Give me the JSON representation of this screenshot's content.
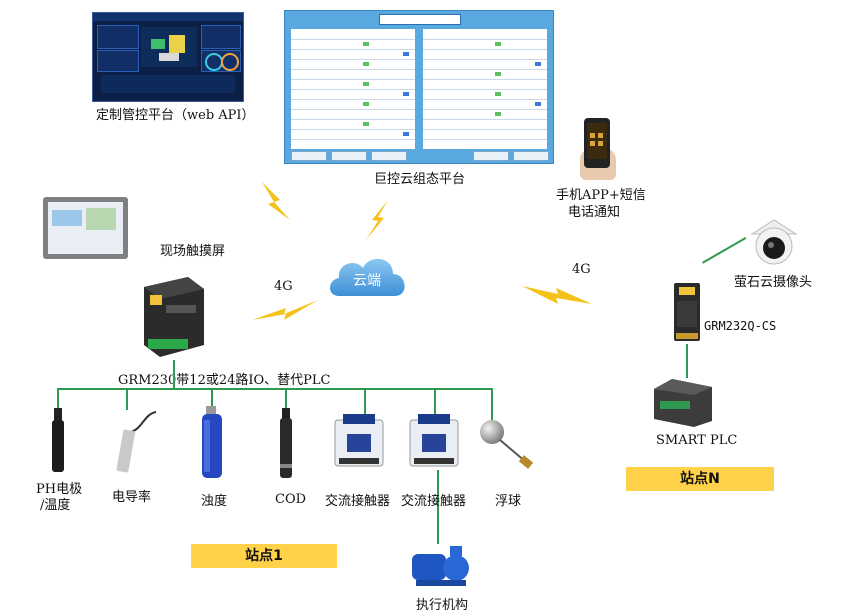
{
  "labels": {
    "web_platform": "定制管控平台（web API）",
    "cloud_config": "巨控云组态平台",
    "mobile_line1": "手机APP+短信",
    "mobile_line2": "电话通知",
    "touch_screen": "现场触摸屏",
    "cloud": "云端",
    "net_left": "4G",
    "net_right": "4G",
    "camera": "萤石云摄像头",
    "grm232": "GRM232Q-CS",
    "grm230": "GRM230带12或24路IO、替代PLC",
    "smart_plc": "SMART PLC",
    "ph_line1": "PH电极",
    "ph_line2": "/温度",
    "conductivity": "电导率",
    "turbidity": "浊度",
    "cod": "COD",
    "contactor_1": "交流接触器",
    "contactor_2": "交流接触器",
    "float_ball": "浮球",
    "actuator": "执行机构"
  },
  "stations": {
    "station_1": "站点1",
    "station_n": "站点N"
  },
  "colors": {
    "wire": "#2f9a4f",
    "lightning": "#f4c21a",
    "station_bg": "#ffd24a",
    "cloud_fill": "#5aa9e6",
    "scada_bg": "#5aa8e0",
    "dashboard_bg": "#0b1f47"
  },
  "icons": {
    "lightning": "lightning-bolt-icon",
    "cloud": "cloud-icon",
    "camera": "dome-camera-icon"
  }
}
